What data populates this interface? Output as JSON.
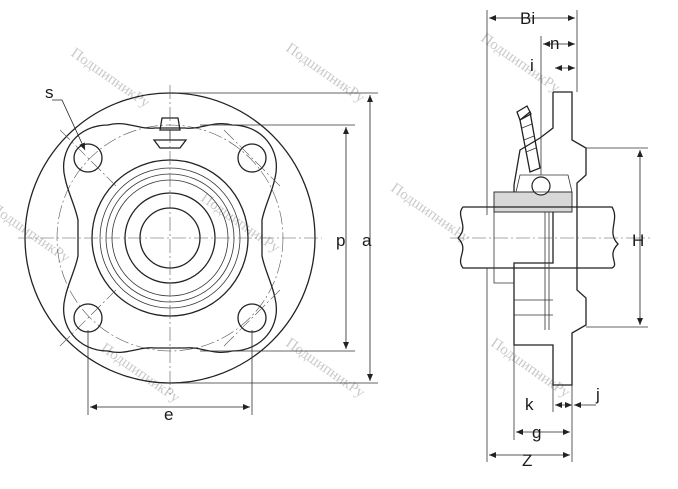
{
  "labels": {
    "s": "s",
    "p": "p",
    "a": "a",
    "e": "e",
    "Bi": "Bi",
    "n": "n",
    "i": "i",
    "H": "H",
    "k": "k",
    "j": "j",
    "g": "g",
    "Z": "Z"
  },
  "watermark": "ПодшипникРу"
}
